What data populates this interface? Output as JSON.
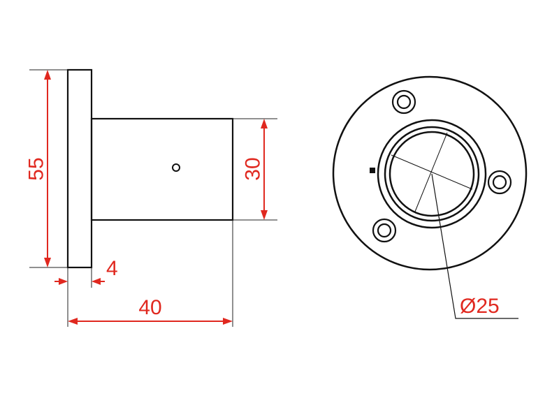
{
  "colors": {
    "outline": "#111111",
    "dimension": "#e0281f",
    "extension": "#222222",
    "background": "#ffffff"
  },
  "dimensions": {
    "flange_height": "55",
    "body_height": "30",
    "flange_thickness": "4",
    "overall_length": "40",
    "bore_diameter": "Ø25"
  }
}
